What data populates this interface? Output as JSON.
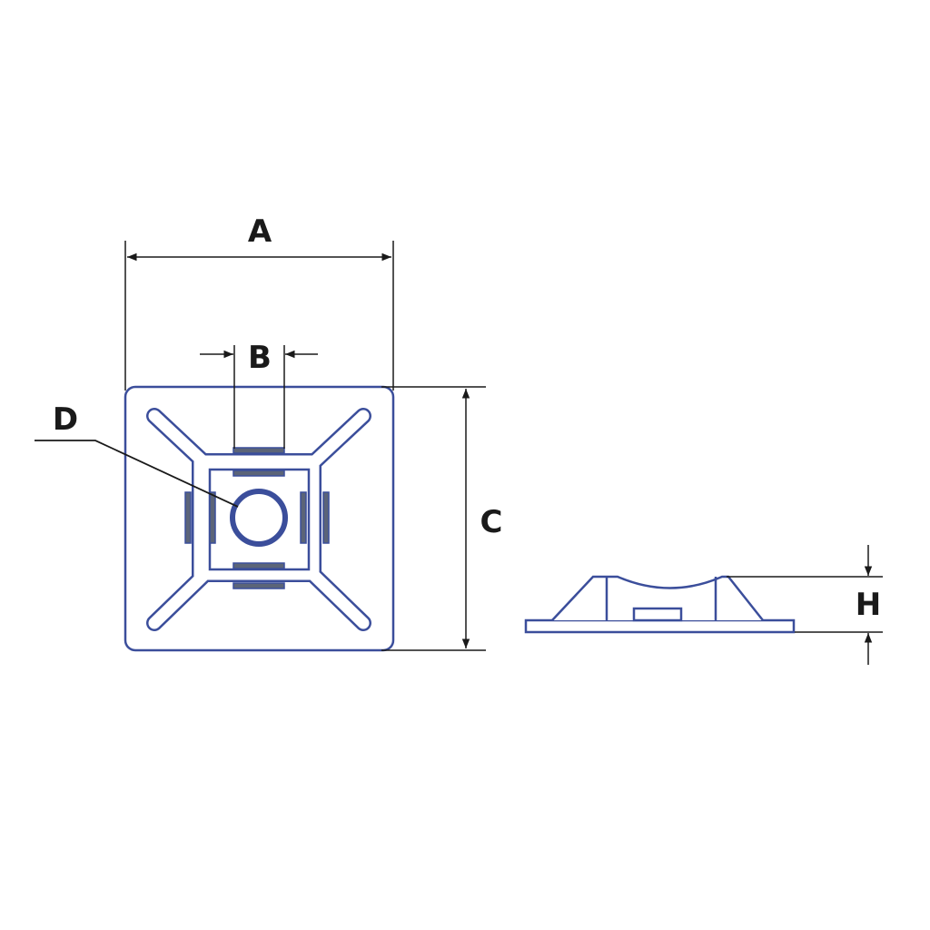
{
  "labels": {
    "a": "A",
    "b": "B",
    "c": "C",
    "d": "D",
    "h": "H"
  },
  "colors": {
    "outline": "#3b4e9b",
    "slot": "#5b6478",
    "dimension": "#1a1a1a"
  }
}
